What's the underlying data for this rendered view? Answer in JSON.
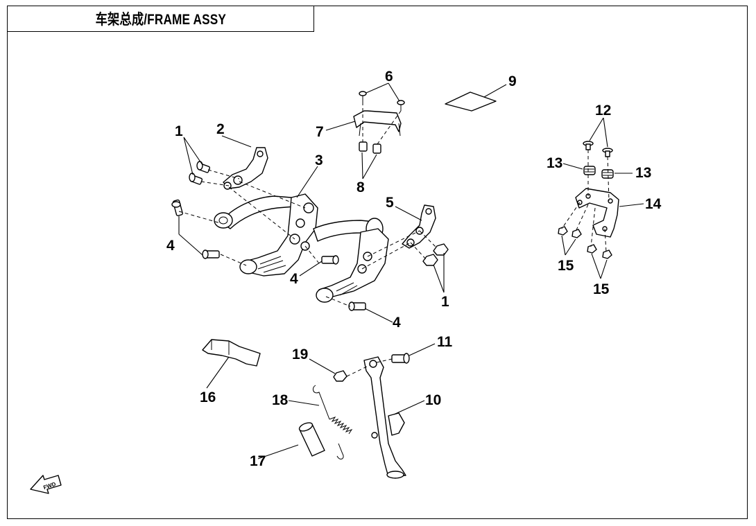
{
  "title": "车架总成/FRAME ASSY",
  "direction_marker": "FWD",
  "callouts": {
    "c1a": "1",
    "c1b": "1",
    "c2": "2",
    "c3": "3",
    "c4a": "4",
    "c4b": "4",
    "c4c": "4",
    "c5": "5",
    "c6": "6",
    "c7": "7",
    "c8": "8",
    "c9": "9",
    "c10": "10",
    "c11": "11",
    "c12": "12",
    "c13a": "13",
    "c13b": "13",
    "c14": "14",
    "c15a": "15",
    "c15b": "15",
    "c16": "16",
    "c17": "17",
    "c18": "18",
    "c19": "19"
  }
}
